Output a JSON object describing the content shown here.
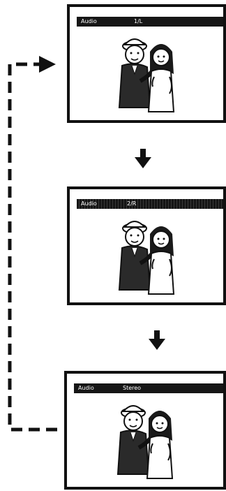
{
  "screens": [
    {
      "label": "Audio",
      "value": "1/L"
    },
    {
      "label": "Audio",
      "value": "2/R"
    },
    {
      "label": "Audio",
      "value": "Stereo"
    }
  ],
  "icons": {
    "step_arrow": "arrow-down-icon",
    "loop_arrow": "dashed-loop-arrow-icon",
    "illustration": "couple-illustration"
  }
}
